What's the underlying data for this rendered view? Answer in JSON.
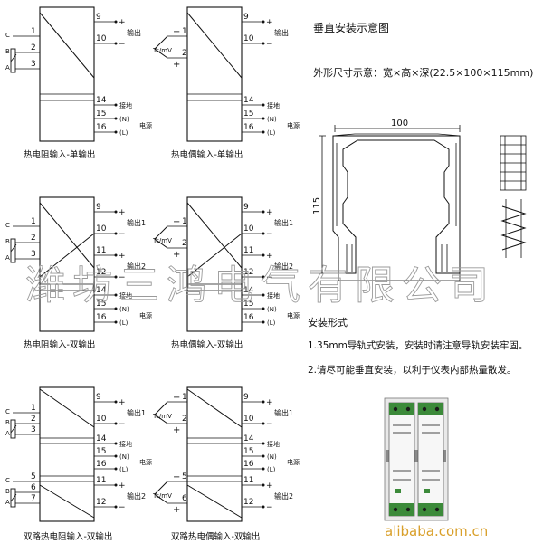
{
  "diagrams": [
    {
      "id": "rtd-single",
      "caption": "热电阻输入-单输出",
      "input_type": "rtd",
      "input_terminals": [
        "1",
        "2",
        "3"
      ],
      "input_labels": [
        "C",
        "B",
        "A"
      ],
      "output_terminals": [
        "9",
        "10"
      ],
      "output_signs": [
        "+",
        "−"
      ],
      "output_label": "输出",
      "power_terminals": [
        "14",
        "15",
        "16"
      ],
      "power_labels": [
        "接地",
        "(N)",
        "(L)"
      ],
      "power_label2": "电源"
    },
    {
      "id": "tc-single",
      "caption": "热电偶输入-单输出",
      "input_type": "tc",
      "input_terminals": [
        "1",
        "2"
      ],
      "input_signs": [
        "−",
        "+"
      ],
      "tc_label": "Tc/mV",
      "output_terminals": [
        "9",
        "10"
      ],
      "output_signs": [
        "+",
        "−"
      ],
      "output_label": "输出",
      "power_terminals": [
        "14",
        "15",
        "16"
      ],
      "power_labels": [
        "接地",
        "(N)",
        "(L)"
      ],
      "power_label2": "电源"
    },
    {
      "id": "rtd-dual-out",
      "caption": "热电阻输入-双输出",
      "input_type": "rtd",
      "input_terminals": [
        "1",
        "2",
        "3"
      ],
      "input_labels": [
        "C",
        "B",
        "A"
      ],
      "output_terminals": [
        "9",
        "10",
        "11",
        "12"
      ],
      "output_signs": [
        "+",
        "−",
        "+",
        "−"
      ],
      "output_labels": [
        "输出1",
        "输出2"
      ],
      "power_terminals": [
        "14",
        "15",
        "16"
      ],
      "power_labels": [
        "接地",
        "(N)",
        "(L)"
      ],
      "power_label2": "电源"
    },
    {
      "id": "tc-dual-out",
      "caption": "热电偶输入-双输出",
      "input_type": "tc",
      "input_terminals": [
        "1",
        "2"
      ],
      "input_signs": [
        "−",
        "+"
      ],
      "tc_label": "Tc/mV",
      "output_terminals": [
        "9",
        "10",
        "11",
        "12"
      ],
      "output_signs": [
        "+",
        "−",
        "+",
        "−"
      ],
      "output_labels": [
        "输出1",
        "输出2"
      ],
      "power_terminals": [
        "14",
        "15",
        "16"
      ],
      "power_labels": [
        "接地",
        "(N)",
        "(L)"
      ],
      "power_label2": "电源"
    },
    {
      "id": "rtd-dual-channel",
      "caption": "双路热电阻输入-双输出",
      "input_type": "rtd",
      "input_terminals": [
        "1",
        "2",
        "3",
        "5",
        "6",
        "7"
      ],
      "input_labels": [
        "C",
        "B",
        "A",
        "C",
        "B",
        "A"
      ],
      "output_terminals": [
        "9",
        "10",
        "11",
        "12"
      ],
      "output_signs": [
        "+",
        "−",
        "+",
        "−"
      ],
      "output_labels": [
        "输出1",
        "输出2"
      ],
      "power_terminals": [
        "14",
        "15",
        "16"
      ],
      "power_labels": [
        "接地",
        "(N)",
        "(L)"
      ],
      "power_label2": "电源"
    },
    {
      "id": "tc-dual-channel",
      "caption": "双路热电偶输入-双输出",
      "input_type": "tc",
      "input_terminals": [
        "1",
        "2",
        "5",
        "6"
      ],
      "input_signs": [
        "−",
        "+",
        "−",
        "+"
      ],
      "tc_label": "Tc/mV",
      "output_terminals": [
        "9",
        "10",
        "11",
        "12"
      ],
      "output_signs": [
        "+",
        "−",
        "+",
        "−"
      ],
      "output_labels": [
        "输出1",
        "输出2"
      ],
      "power_terminals": [
        "14",
        "15",
        "16"
      ],
      "power_labels": [
        "接地",
        "(N)",
        "(L)"
      ],
      "power_label2": "电源"
    }
  ],
  "right_panel": {
    "title": "垂直安装示意图",
    "dimensions_text": "外形尺寸示意：宽×高×深(22.5×100×115mm)",
    "dim_width": "100",
    "dim_height": "115",
    "install_title": "安装形式",
    "note1": "1.35mm导轨式安装，安装时请注意导轨安装牢固。",
    "note2": "2.请尽可能垂直安装，以利于仪表内部热量散发。"
  },
  "watermark": {
    "company": "潍坊三鸿电气有限公司",
    "site": "alibaba.com.cn"
  },
  "colors": {
    "ink": "#111111",
    "watermark_stroke": "#9a9a9a",
    "site_watermark": "#d9a02b",
    "photo_green": "#3c8a3a",
    "photo_gray": "#7a7a7a"
  }
}
